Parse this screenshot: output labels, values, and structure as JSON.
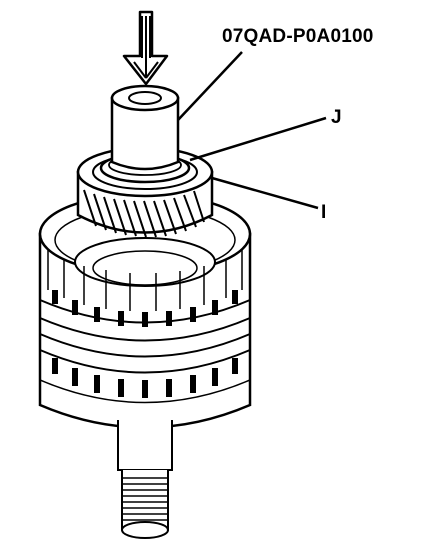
{
  "labels": {
    "tool": "07QAD-P0A0100",
    "j": "J",
    "i": "I"
  },
  "colors": {
    "ink": "#000000",
    "paper": "#ffffff"
  }
}
